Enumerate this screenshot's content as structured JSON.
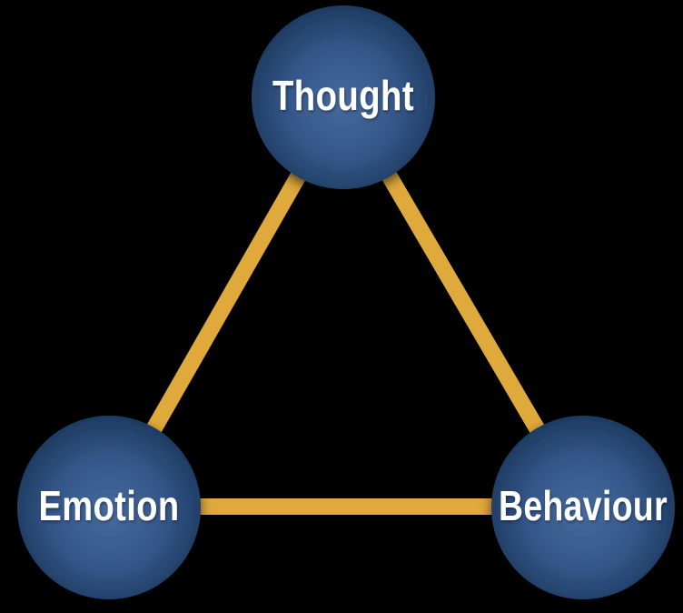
{
  "diagram": {
    "name": "cognitive-triangle",
    "description": "Triangle diagram linking Thought, Emotion and Behaviour",
    "background": "#000000",
    "nodes": [
      {
        "id": "thought",
        "label": "Thought"
      },
      {
        "id": "emotion",
        "label": "Emotion"
      },
      {
        "id": "behaviour",
        "label": "Behaviour"
      }
    ],
    "edges": [
      {
        "from": "thought",
        "to": "emotion"
      },
      {
        "from": "thought",
        "to": "behaviour"
      },
      {
        "from": "emotion",
        "to": "behaviour"
      }
    ],
    "colors": {
      "background": "#000000",
      "connector": "#dfa93b",
      "node_center": "#466a9c",
      "node_mid": "#35578a",
      "node_edge": "#1c3a5f",
      "label": "#ffffff"
    }
  }
}
